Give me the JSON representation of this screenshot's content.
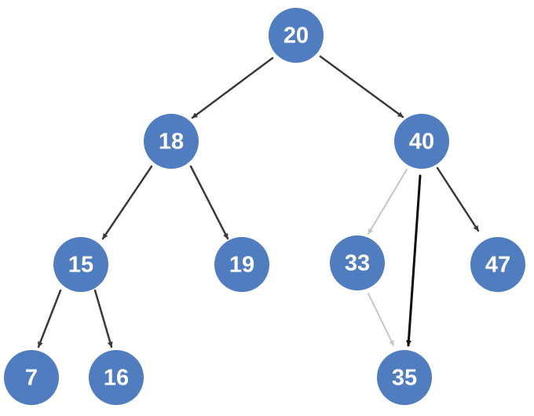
{
  "diagram": {
    "type": "binary-search-tree",
    "colors": {
      "node_fill": "#4f7dbf",
      "node_text": "#ffffff",
      "edge_normal": "#3a3a3a",
      "edge_faded": "#c6c6c6",
      "edge_highlight": "#0d0d0d"
    },
    "nodes": [
      {
        "id": "n20",
        "label": "20"
      },
      {
        "id": "n18",
        "label": "18"
      },
      {
        "id": "n40",
        "label": "40"
      },
      {
        "id": "n15",
        "label": "15"
      },
      {
        "id": "n19",
        "label": "19"
      },
      {
        "id": "n33",
        "label": "33"
      },
      {
        "id": "n47",
        "label": "47"
      },
      {
        "id": "n7",
        "label": "7"
      },
      {
        "id": "n16",
        "label": "16"
      },
      {
        "id": "n35",
        "label": "35"
      }
    ],
    "edges": [
      {
        "from": "n20",
        "to": "n18",
        "style": "normal"
      },
      {
        "from": "n20",
        "to": "n40",
        "style": "normal"
      },
      {
        "from": "n18",
        "to": "n15",
        "style": "normal"
      },
      {
        "from": "n18",
        "to": "n19",
        "style": "normal"
      },
      {
        "from": "n15",
        "to": "n7",
        "style": "normal"
      },
      {
        "from": "n15",
        "to": "n16",
        "style": "normal"
      },
      {
        "from": "n40",
        "to": "n33",
        "style": "faded"
      },
      {
        "from": "n33",
        "to": "n35",
        "style": "faded"
      },
      {
        "from": "n40",
        "to": "n35",
        "style": "highlight"
      },
      {
        "from": "n40",
        "to": "n47",
        "style": "normal"
      }
    ]
  }
}
